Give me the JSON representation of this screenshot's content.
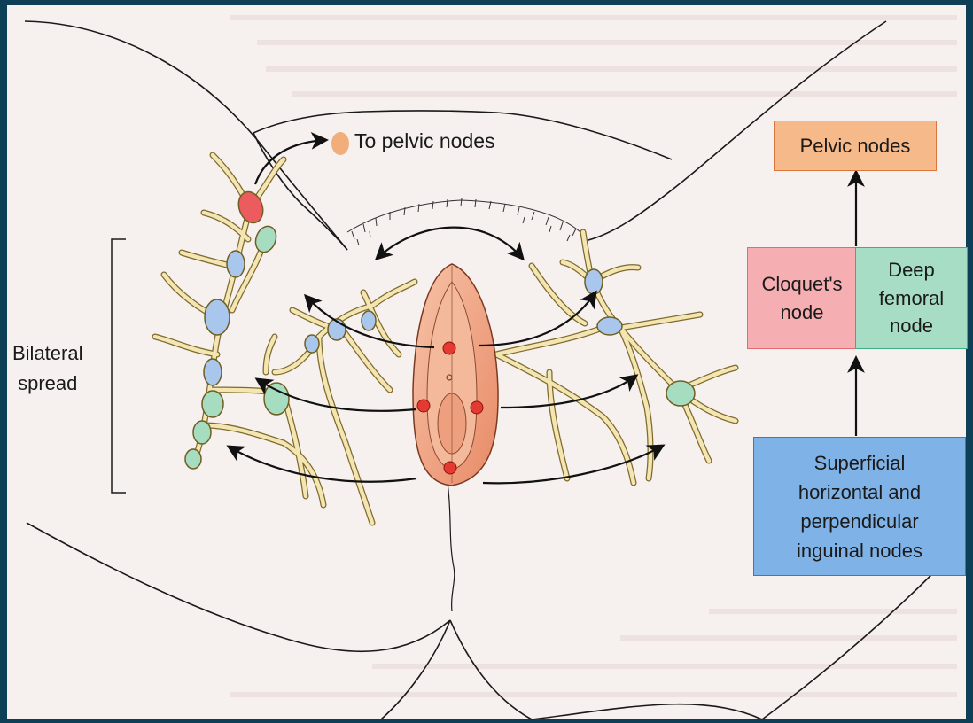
{
  "labels": {
    "to_pelvic": "To pelvic nodes",
    "bilateral_line1": "Bilateral",
    "bilateral_line2": "spread"
  },
  "boxes": {
    "pelvic": {
      "text": "Pelvic nodes",
      "fill": "#f5b98a",
      "border": "#d9773c"
    },
    "cloquet_line1": "Cloquet's",
    "cloquet_line2": "node",
    "cloquet_colors": {
      "fill": "#f5aeb2",
      "border": "#e26a70"
    },
    "deep_line1": "Deep",
    "deep_line2": "femoral",
    "deep_line3": "node",
    "deep_colors": {
      "fill": "#a6ddc4",
      "border": "#3fae86"
    },
    "superficial_line1": "Superficial",
    "superficial_line2": "horizontal and",
    "superficial_line3": "perpendicular",
    "superficial_line4": "inguinal nodes",
    "superficial_colors": {
      "fill": "#7fb3e8",
      "border": "#3a78c2"
    }
  },
  "colors": {
    "frame": "#0d3f57",
    "paper": "#f6f0ee",
    "vessel_fill": "#f4e6b2",
    "vessel_edge": "#7e6a2c",
    "node_blue": "#a9c6ec",
    "node_green": "#a6ddc0",
    "node_red": "#ec5b5e",
    "node_orange": "#f2ae7a",
    "lesion_red": "#e43a32",
    "vulva": "#f0a07c"
  }
}
